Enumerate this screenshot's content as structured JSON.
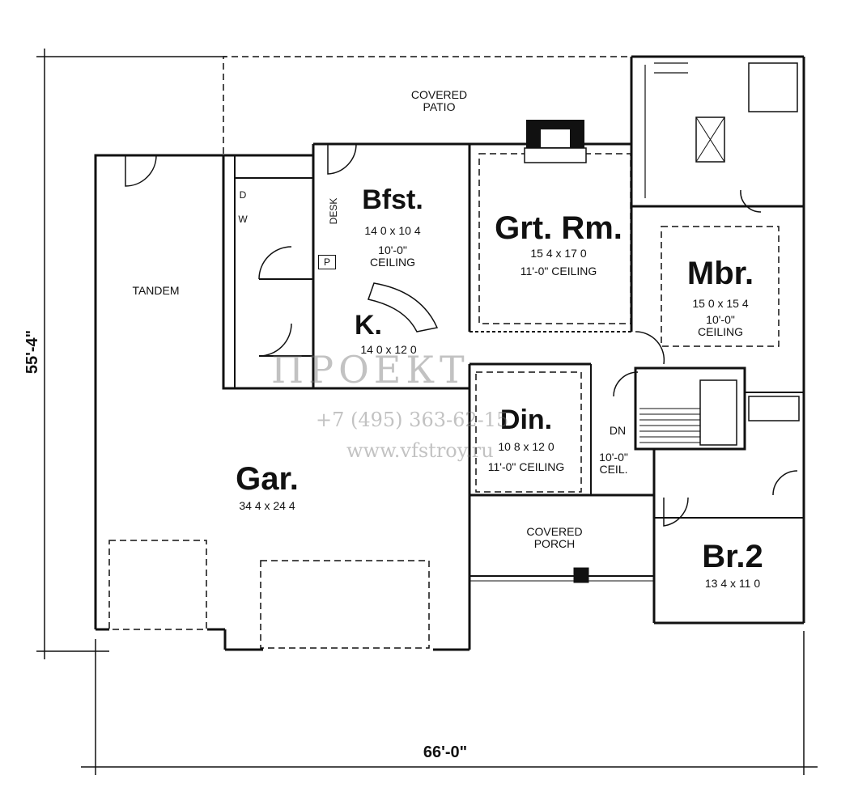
{
  "plan": {
    "rooms": {
      "covered_patio": "COVERED\nPATIO",
      "bfst": {
        "name": "Bfst.",
        "size": "14 0 x 10 4",
        "ceiling": "10'-0\"\nCEILING"
      },
      "grt_rm": {
        "name": "Grt. Rm.",
        "size": "15 4 x 17 0",
        "ceiling": "11'-0\" CEILING"
      },
      "mbr": {
        "name": "Mbr.",
        "size": "15 0 x 15 4",
        "ceiling": "10'-0\"\nCEILING"
      },
      "tandem": "TANDEM",
      "k": {
        "name": "K.",
        "size": "14 0 x 12 0"
      },
      "din": {
        "name": "Din.",
        "size": "10 8 x 12 0",
        "ceiling": "11'-0\" CEILING"
      },
      "gar": {
        "name": "Gar.",
        "size": "34 4 x 24 4"
      },
      "covered_porch": "COVERED\nPORCH",
      "br2": {
        "name": "Br.2",
        "size": "13 4 x 11 0"
      }
    },
    "fixtures": {
      "desk": "DESK",
      "pantry": "P",
      "washer": "W",
      "dryer": "D",
      "stairs_down": "DN",
      "stair_ceiling": "10'-0\"\nCEIL."
    },
    "dimensions": {
      "depth": "55'-4\"",
      "width": "66'-0\""
    },
    "watermark": {
      "brand": "ПРОЕКТ",
      "phone": "+7 (495) 363-62-15",
      "site": "www.vfstroy.ru"
    }
  }
}
